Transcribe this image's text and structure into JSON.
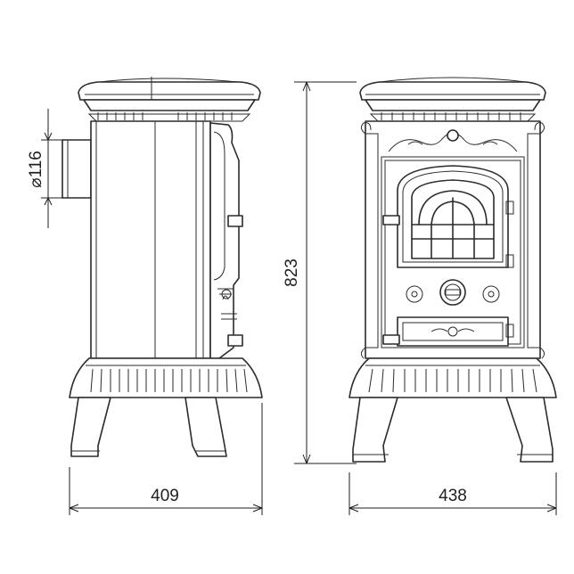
{
  "dimensions": {
    "flue_diameter": "⌀116",
    "height": "823",
    "side_width": "409",
    "front_width": "438"
  }
}
